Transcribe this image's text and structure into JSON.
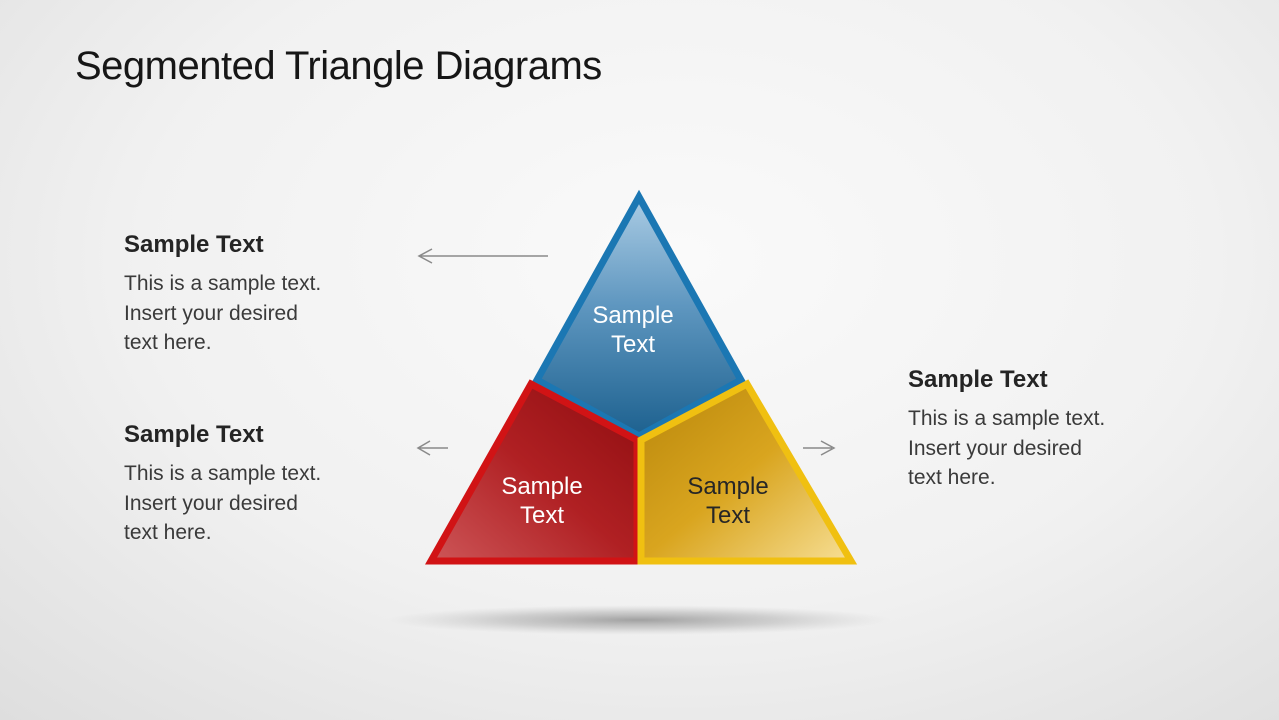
{
  "slide": {
    "title": "Segmented Triangle Diagrams",
    "background_center": "#fafafa",
    "background_edge": "#dedede"
  },
  "triangle": {
    "segments": [
      {
        "name": "top",
        "label": "Sample Text",
        "fill_light": "#abcce4",
        "fill_mid": "#5f97c0",
        "fill_dark": "#1d618f",
        "border": "#1b77b3",
        "text_color": "#ffffff"
      },
      {
        "name": "bottom-left",
        "label": "Sample Text",
        "fill_dark": "#8e0d10",
        "fill_mid": "#b02023",
        "fill_light": "#cd5658",
        "border": "#d11315",
        "text_color": "#ffffff"
      },
      {
        "name": "bottom-right",
        "label": "Sample Text",
        "fill_dark": "#b8860b",
        "fill_mid": "#d9a51f",
        "fill_light": "#f7df95",
        "border": "#f0c011",
        "text_color": "#262626"
      }
    ],
    "shadow_color": "#6b6b6b"
  },
  "arrows": {
    "color": "#8a8a8a"
  },
  "callouts": [
    {
      "heading": "Sample Text",
      "lines": [
        "This is a sample text.",
        "Insert your desired",
        "text here."
      ]
    },
    {
      "heading": "Sample Text",
      "lines": [
        "This is a sample text.",
        "Insert your desired",
        "text here."
      ]
    },
    {
      "heading": "Sample Text",
      "lines": [
        "This is a sample text.",
        "Insert your desired",
        "text here."
      ]
    }
  ]
}
